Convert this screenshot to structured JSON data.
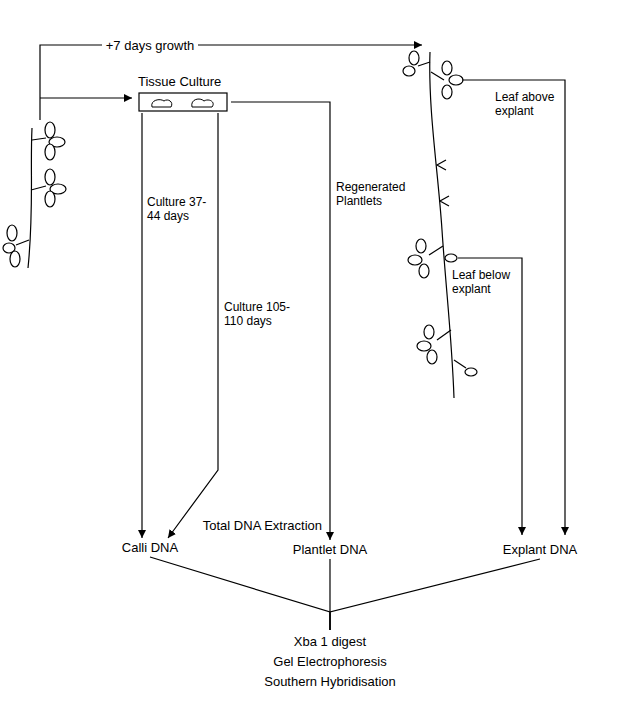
{
  "diagram": {
    "nodes": [
      {
        "text": [
          "Tissue Culture"
        ]
      },
      {
        "text": [
          "Calli DNA"
        ]
      },
      {
        "text": [
          "Plantlet DNA"
        ]
      },
      {
        "text": [
          "Explant DNA"
        ]
      },
      {
        "text": [
          "Xba 1 digest",
          "Gel Electrophoresis",
          "Southern Hybridisation"
        ]
      }
    ],
    "edges": [
      {
        "from": 0,
        "to": 1,
        "label": "Culture 37-44 days",
        "arrow": "to"
      },
      {
        "from": 0,
        "to": 1,
        "label": "Culture 105-110 days",
        "arrow": "to"
      },
      {
        "from": 0,
        "to": 2,
        "label": "Regenerated Plantlets",
        "arrow": "to"
      },
      {
        "from": 1,
        "to": 4,
        "arrow": "none"
      },
      {
        "from": 2,
        "to": 4,
        "arrow": "none"
      },
      {
        "from": 3,
        "to": 4,
        "arrow": "none"
      }
    ],
    "labels": [
      "+7 days growth",
      "Leaf above explant",
      "Leaf below explant",
      "Total DNA Extraction"
    ]
  }
}
